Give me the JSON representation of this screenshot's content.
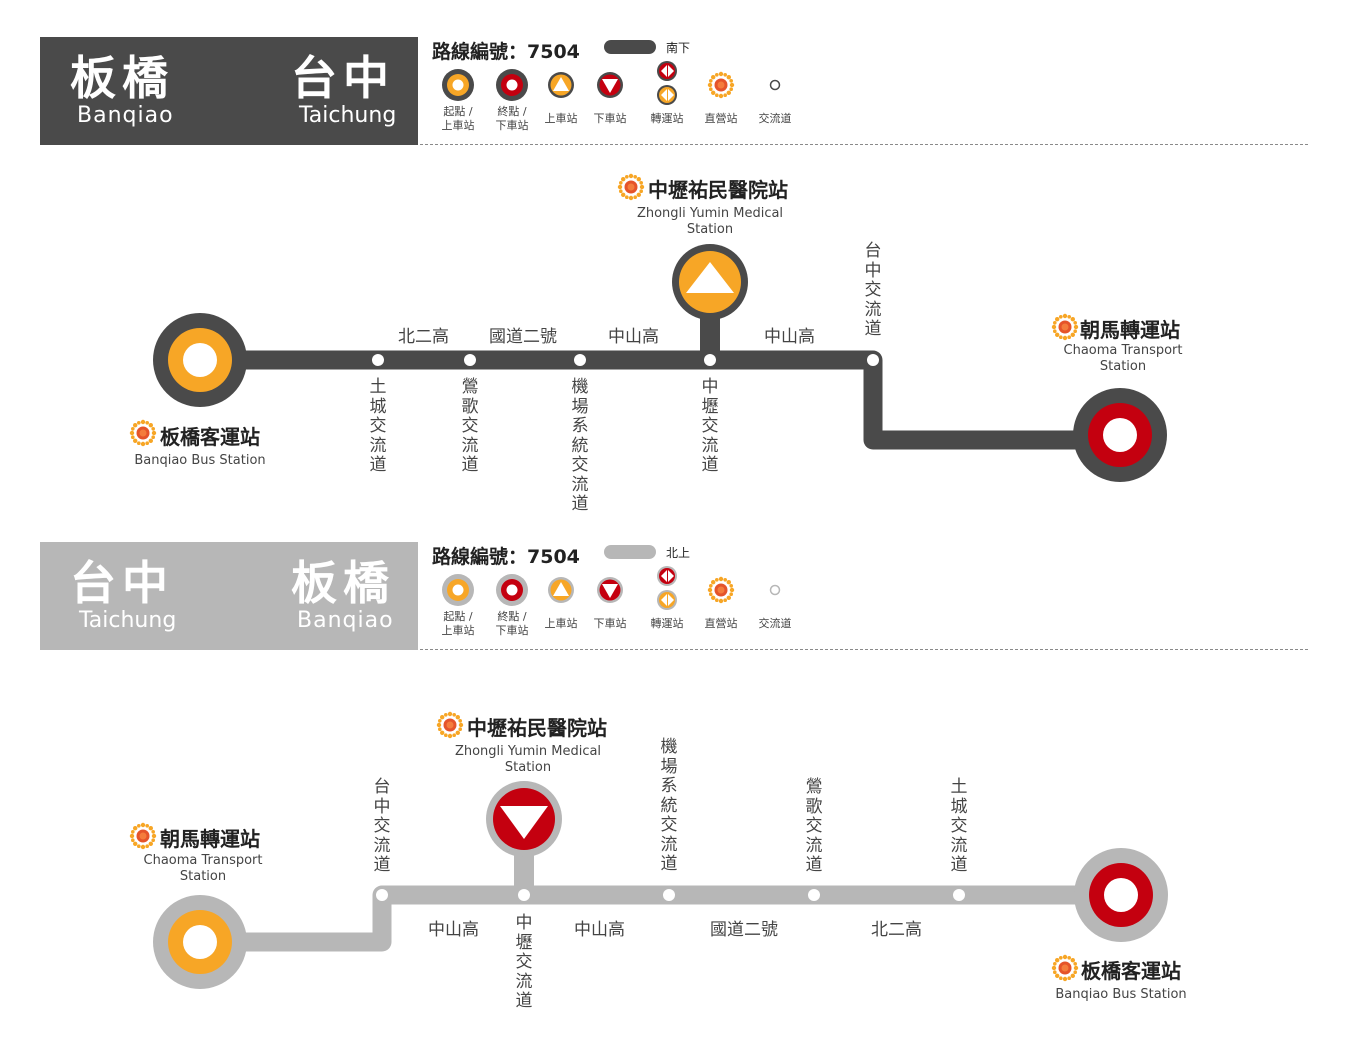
{
  "colors": {
    "dark": "#4a4a4a",
    "light": "#b7b7b7",
    "orange": "#f7a626",
    "red": "#c4000f",
    "white": "#ffffff"
  },
  "legend": {
    "start": "起點 /\n上車站",
    "end": "終點 /\n下車站",
    "board": "上車站",
    "alight": "下車站",
    "transfer": "轉運站",
    "direct": "直營站",
    "interchange": "交流道",
    "direct_icon": "sun-icon"
  },
  "south": {
    "from_zh": "板橋",
    "from_en": "Banqiao",
    "to_zh": "台中",
    "to_en": "Taichung",
    "route_label": "路線編號：7504",
    "direction": "南下",
    "roads": [
      "北二高",
      "國道二號",
      "中山高",
      "中山高"
    ],
    "interchanges": [
      "土城交流道",
      "鶯歌交流道",
      "機場系統交流道",
      "中壢交流道",
      "台中交流道"
    ],
    "stations": {
      "start": {
        "zh": "板橋客運站",
        "en": "Banqiao Bus Station"
      },
      "mid": {
        "zh": "中壢祐民醫院站",
        "en": "Zhongli Yumin Medical\nStation"
      },
      "end": {
        "zh": "朝馬轉運站",
        "en": "Chaoma Transport\nStation"
      }
    }
  },
  "north": {
    "from_zh": "台中",
    "from_en": "Taichung",
    "to_zh": "板橋",
    "to_en": "Banqiao",
    "route_label": "路線編號：7504",
    "direction": "北上",
    "roads": [
      "中山高",
      "中山高",
      "國道二號",
      "北二高"
    ],
    "interchanges": [
      "台中交流道",
      "中壢交流道",
      "機場系統交流道",
      "鶯歌交流道",
      "土城交流道"
    ],
    "stations": {
      "start": {
        "zh": "朝馬轉運站",
        "en": "Chaoma Transport\nStation"
      },
      "mid": {
        "zh": "中壢祐民醫院站",
        "en": "Zhongli Yumin Medical\nStation"
      },
      "end": {
        "zh": "板橋客運站",
        "en": "Banqiao Bus Station"
      }
    }
  }
}
